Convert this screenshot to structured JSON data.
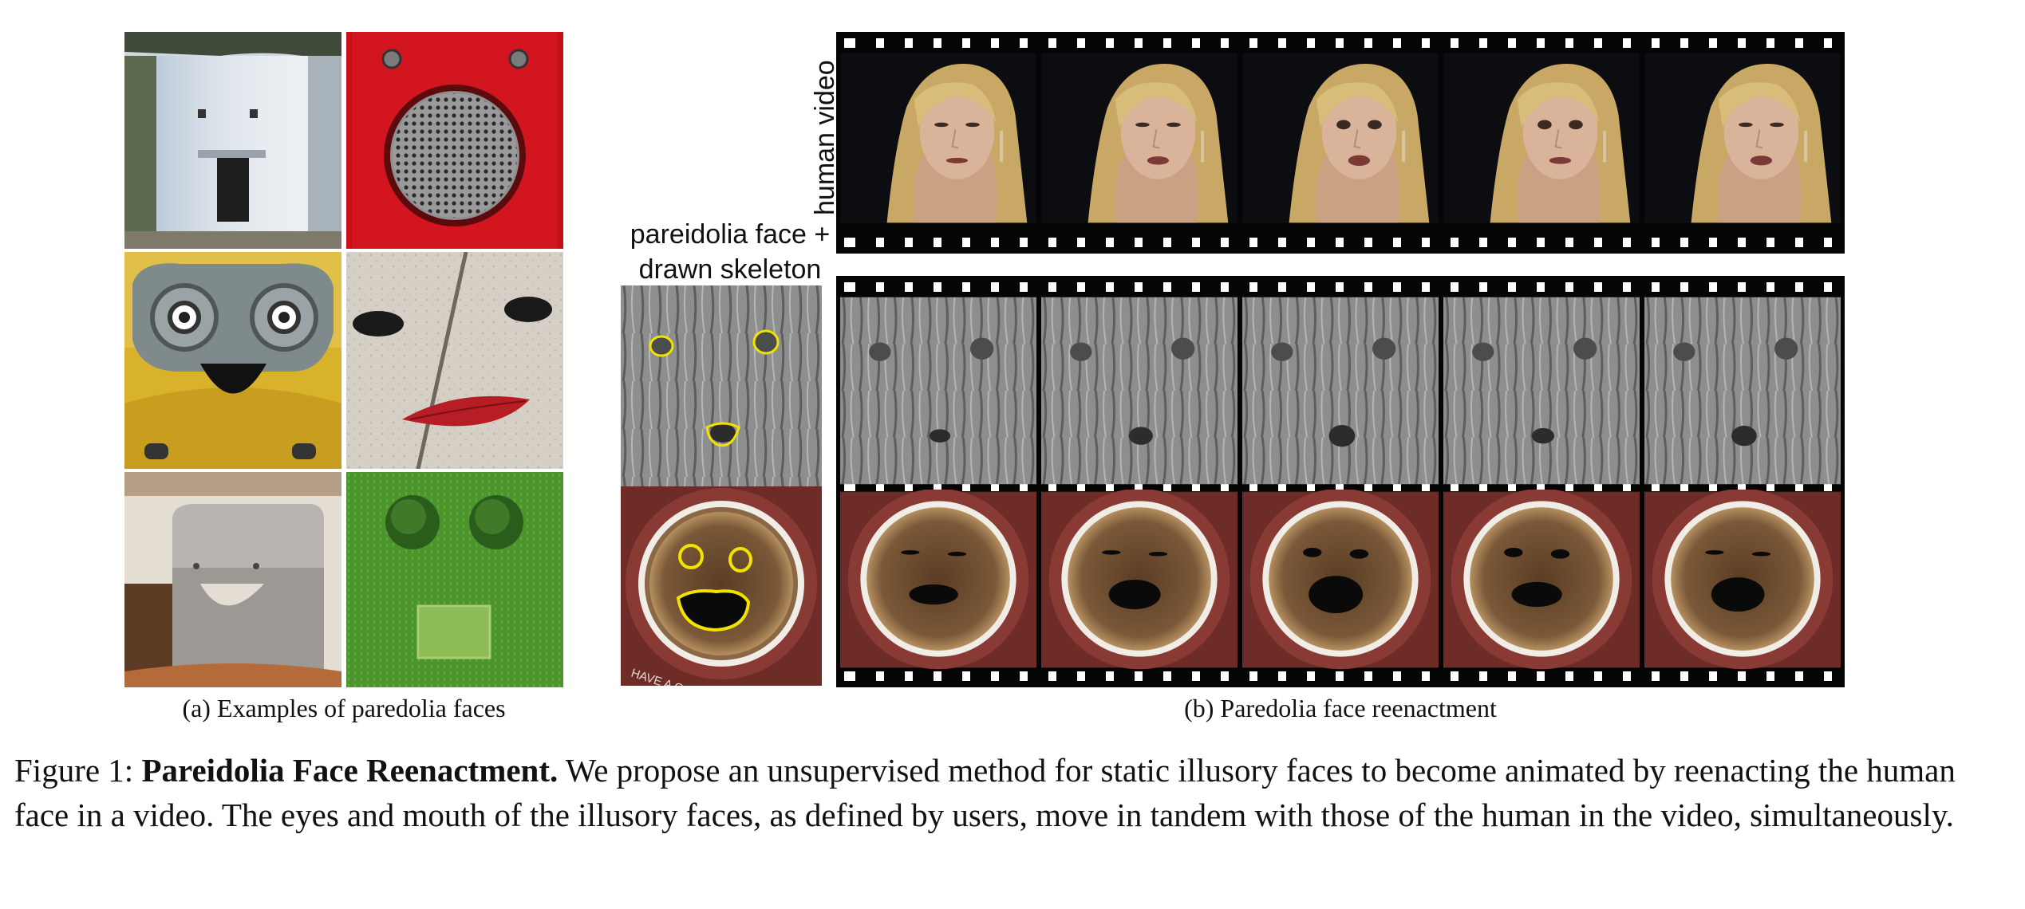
{
  "panel_a": {
    "caption": "(a) Examples of paredolia faces"
  },
  "panel_b": {
    "caption": "(b) Paredolia face reenactment",
    "row_label_human": "human video",
    "skeleton_label_line1": "pareidolia face +",
    "skeleton_label_line2": "drawn skeleton",
    "cup_text": "HAVE A GOOD DAY"
  },
  "figure_caption": {
    "prefix": "Figure 1: ",
    "title": "Pareidolia Face Reenactment.",
    "body": " We propose an unsupervised method for static illusory faces to become animated by reenacting the human face in a video. The eyes and mouth of the illusory faces, as defined by users, move in tandem with those of the human in the video, simultaneously."
  },
  "colors": {
    "skeleton": "#f2e200",
    "film": "#050505",
    "wood": "#8c8f8e",
    "coffee": "#6b4a2e",
    "cup": "#7a3530"
  }
}
